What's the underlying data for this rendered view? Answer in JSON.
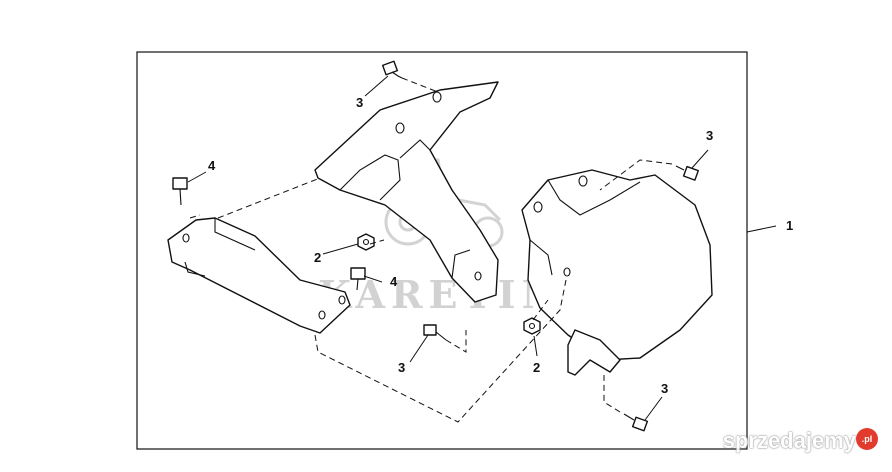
{
  "callouts": {
    "item1": "1",
    "bolt_top": "3",
    "bolt_right_top": "3",
    "bolt_mid": "3",
    "bolt_bottom_right": "3",
    "screw_left_top": "4",
    "screw_left_mid": "4",
    "nut_left": "2",
    "nut_right": "2"
  },
  "watermark": {
    "brand": "KARETINA",
    "site": "sprzedajemy",
    "site_tld": ".pl"
  }
}
